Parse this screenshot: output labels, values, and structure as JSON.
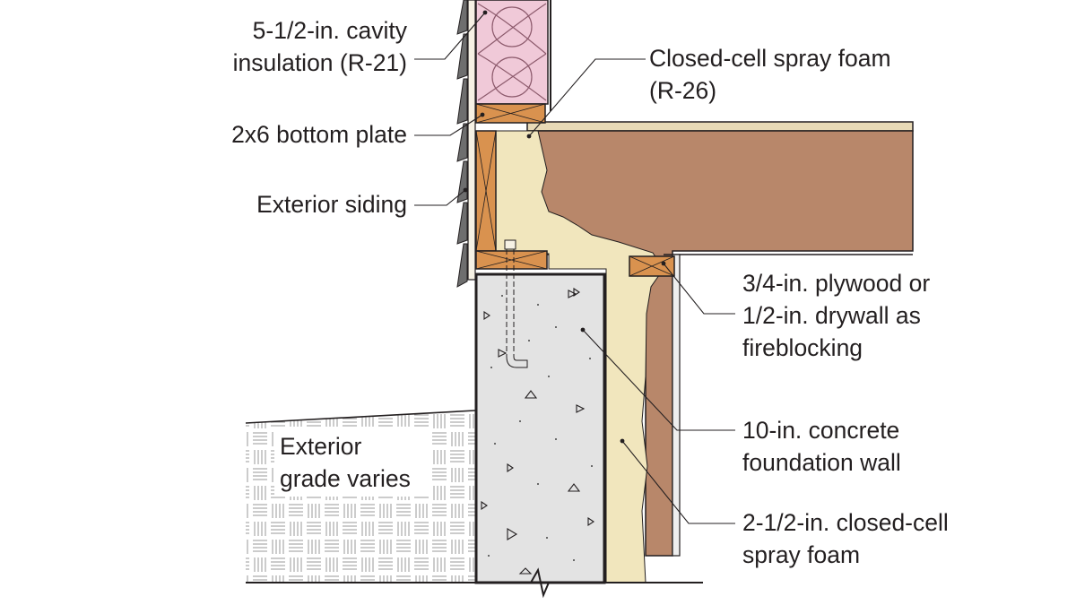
{
  "labels": {
    "cavity_insulation": {
      "line1": "5-1/2-in. cavity",
      "line2": "insulation (R-21)"
    },
    "spray_foam_top": {
      "line1": "Closed-cell spray foam",
      "line2": "(R-26)"
    },
    "bottom_plate": {
      "line1": "2x6 bottom plate"
    },
    "siding": {
      "line1": "Exterior siding"
    },
    "fireblocking": {
      "line1": "3/4-in. plywood or",
      "line2": "1/2-in. drywall as",
      "line3": "fireblocking"
    },
    "foundation_wall": {
      "line1": "10-in. concrete",
      "line2": "foundation wall"
    },
    "spray_foam_wall": {
      "line1": "2-1/2-in. closed-cell",
      "line2": "spray foam"
    },
    "grade": {
      "line1": "Exterior",
      "line2": "grade varies"
    }
  },
  "colors": {
    "cavity_insulation": "#f0c9d8",
    "spray_foam": "#f1e6bd",
    "wood": "#d9924f",
    "rim_joist": "#b8876a",
    "concrete": "#e3e3e3",
    "siding": "#6e6e6e",
    "outline": "#231f20"
  }
}
